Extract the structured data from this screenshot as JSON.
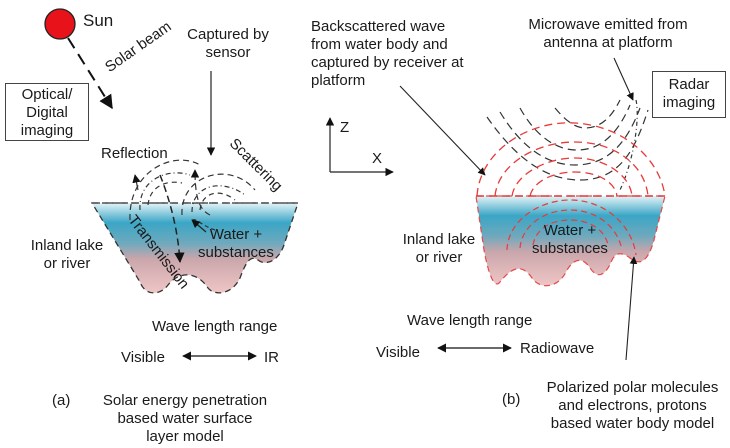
{
  "panel_a": {
    "sun_label": "Sun",
    "solar_beam_label": "Solar beam",
    "imaging_box": [
      "Optical/",
      "Digital",
      "imaging"
    ],
    "captured_label": [
      "Captured by",
      "sensor"
    ],
    "reflection_label": "Reflection",
    "scattering_label": "Scattering",
    "transmission_label": "Transmission",
    "water_label": [
      "Water +",
      "substances"
    ],
    "lake_label": [
      "Inland lake",
      "or river"
    ],
    "wavelength_title": "Wave length range",
    "wavelength_left": "Visible",
    "wavelength_right": "IR",
    "caption_tag": "(a)",
    "caption": [
      "Solar energy penetration",
      "based water  surface",
      "layer  model"
    ]
  },
  "panel_b": {
    "backscatter_label": [
      "Backscattered wave",
      "from water body and",
      "captured by receiver at",
      "platform"
    ],
    "microwave_label": [
      "Microwave emitted from",
      "antenna at platform"
    ],
    "imaging_box": [
      "Radar",
      "imaging"
    ],
    "axis_z": "Z",
    "axis_x": "X",
    "water_label": [
      "Water +",
      "substances"
    ],
    "lake_label": [
      "Inland lake",
      "or river"
    ],
    "wavelength_title": "Wave length range",
    "wavelength_left": "Visible",
    "wavelength_right": "Radiowave",
    "caption_tag": "(b)",
    "caption": [
      "Polarized polar molecules",
      "and electrons, protons",
      "based water body model"
    ]
  },
  "colors": {
    "sun": "#e8121a",
    "water_top": "#3aa8c8",
    "water_bottom": "#e8a8a8",
    "radar_wave": "#e83a3a",
    "line": "#222222"
  }
}
